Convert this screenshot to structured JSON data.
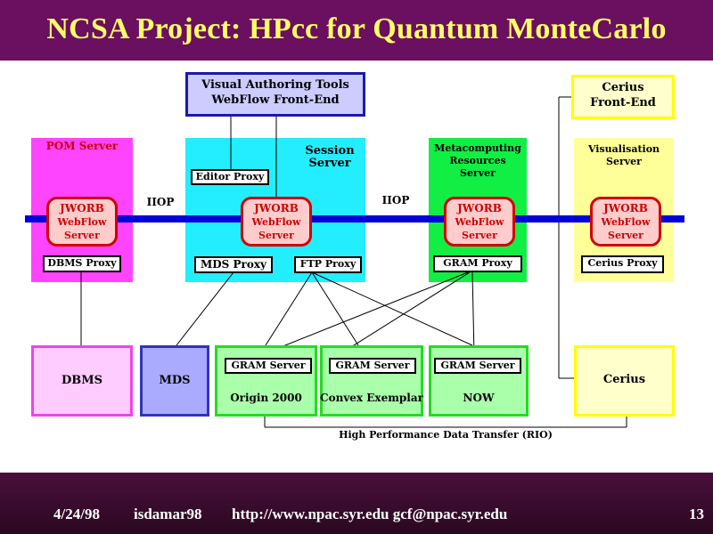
{
  "slide": {
    "title": "NCSA Project: HPcc for Quantum MonteCarlo",
    "footer": {
      "date": "4/24/98",
      "event": "isdamar98",
      "urls": "http://www.npac.syr.edu gcf@npac.syr.edu",
      "page": "13"
    }
  },
  "diagram": {
    "visual_tools": {
      "line1": "Visual Authoring Tools",
      "line2": "WebFlow Front-End"
    },
    "cerius_front": {
      "line1": "Cerius",
      "line2": "Front-End"
    },
    "pom_server": {
      "title": "POM Server",
      "proxy": "DBMS Proxy"
    },
    "session_server": {
      "title1": "Session",
      "title2": "Server",
      "editor_proxy": "Editor Proxy",
      "mds_proxy": "MDS Proxy",
      "ftp_proxy": "FTP Proxy"
    },
    "metacomputing": {
      "title1": "Metacomputing",
      "title2": "Resources",
      "title3": "Server",
      "proxy": "GRAM Proxy"
    },
    "visualisation": {
      "title1": "Visualisation",
      "title2": "Server",
      "proxy": "Cerius Proxy"
    },
    "jworb": {
      "line1": "JWORB",
      "line2": "WebFlow",
      "line3": "Server"
    },
    "iiop_left": "IIOP",
    "iiop_right": "IIOP",
    "dbms": "DBMS",
    "mds": "MDS",
    "gram_server": "GRAM Server",
    "origin": "Origin 2000",
    "convex": "Convex Exemplar",
    "now": "NOW",
    "cerius": "Cerius",
    "rio": "High Performance Data Transfer (RIO)"
  }
}
